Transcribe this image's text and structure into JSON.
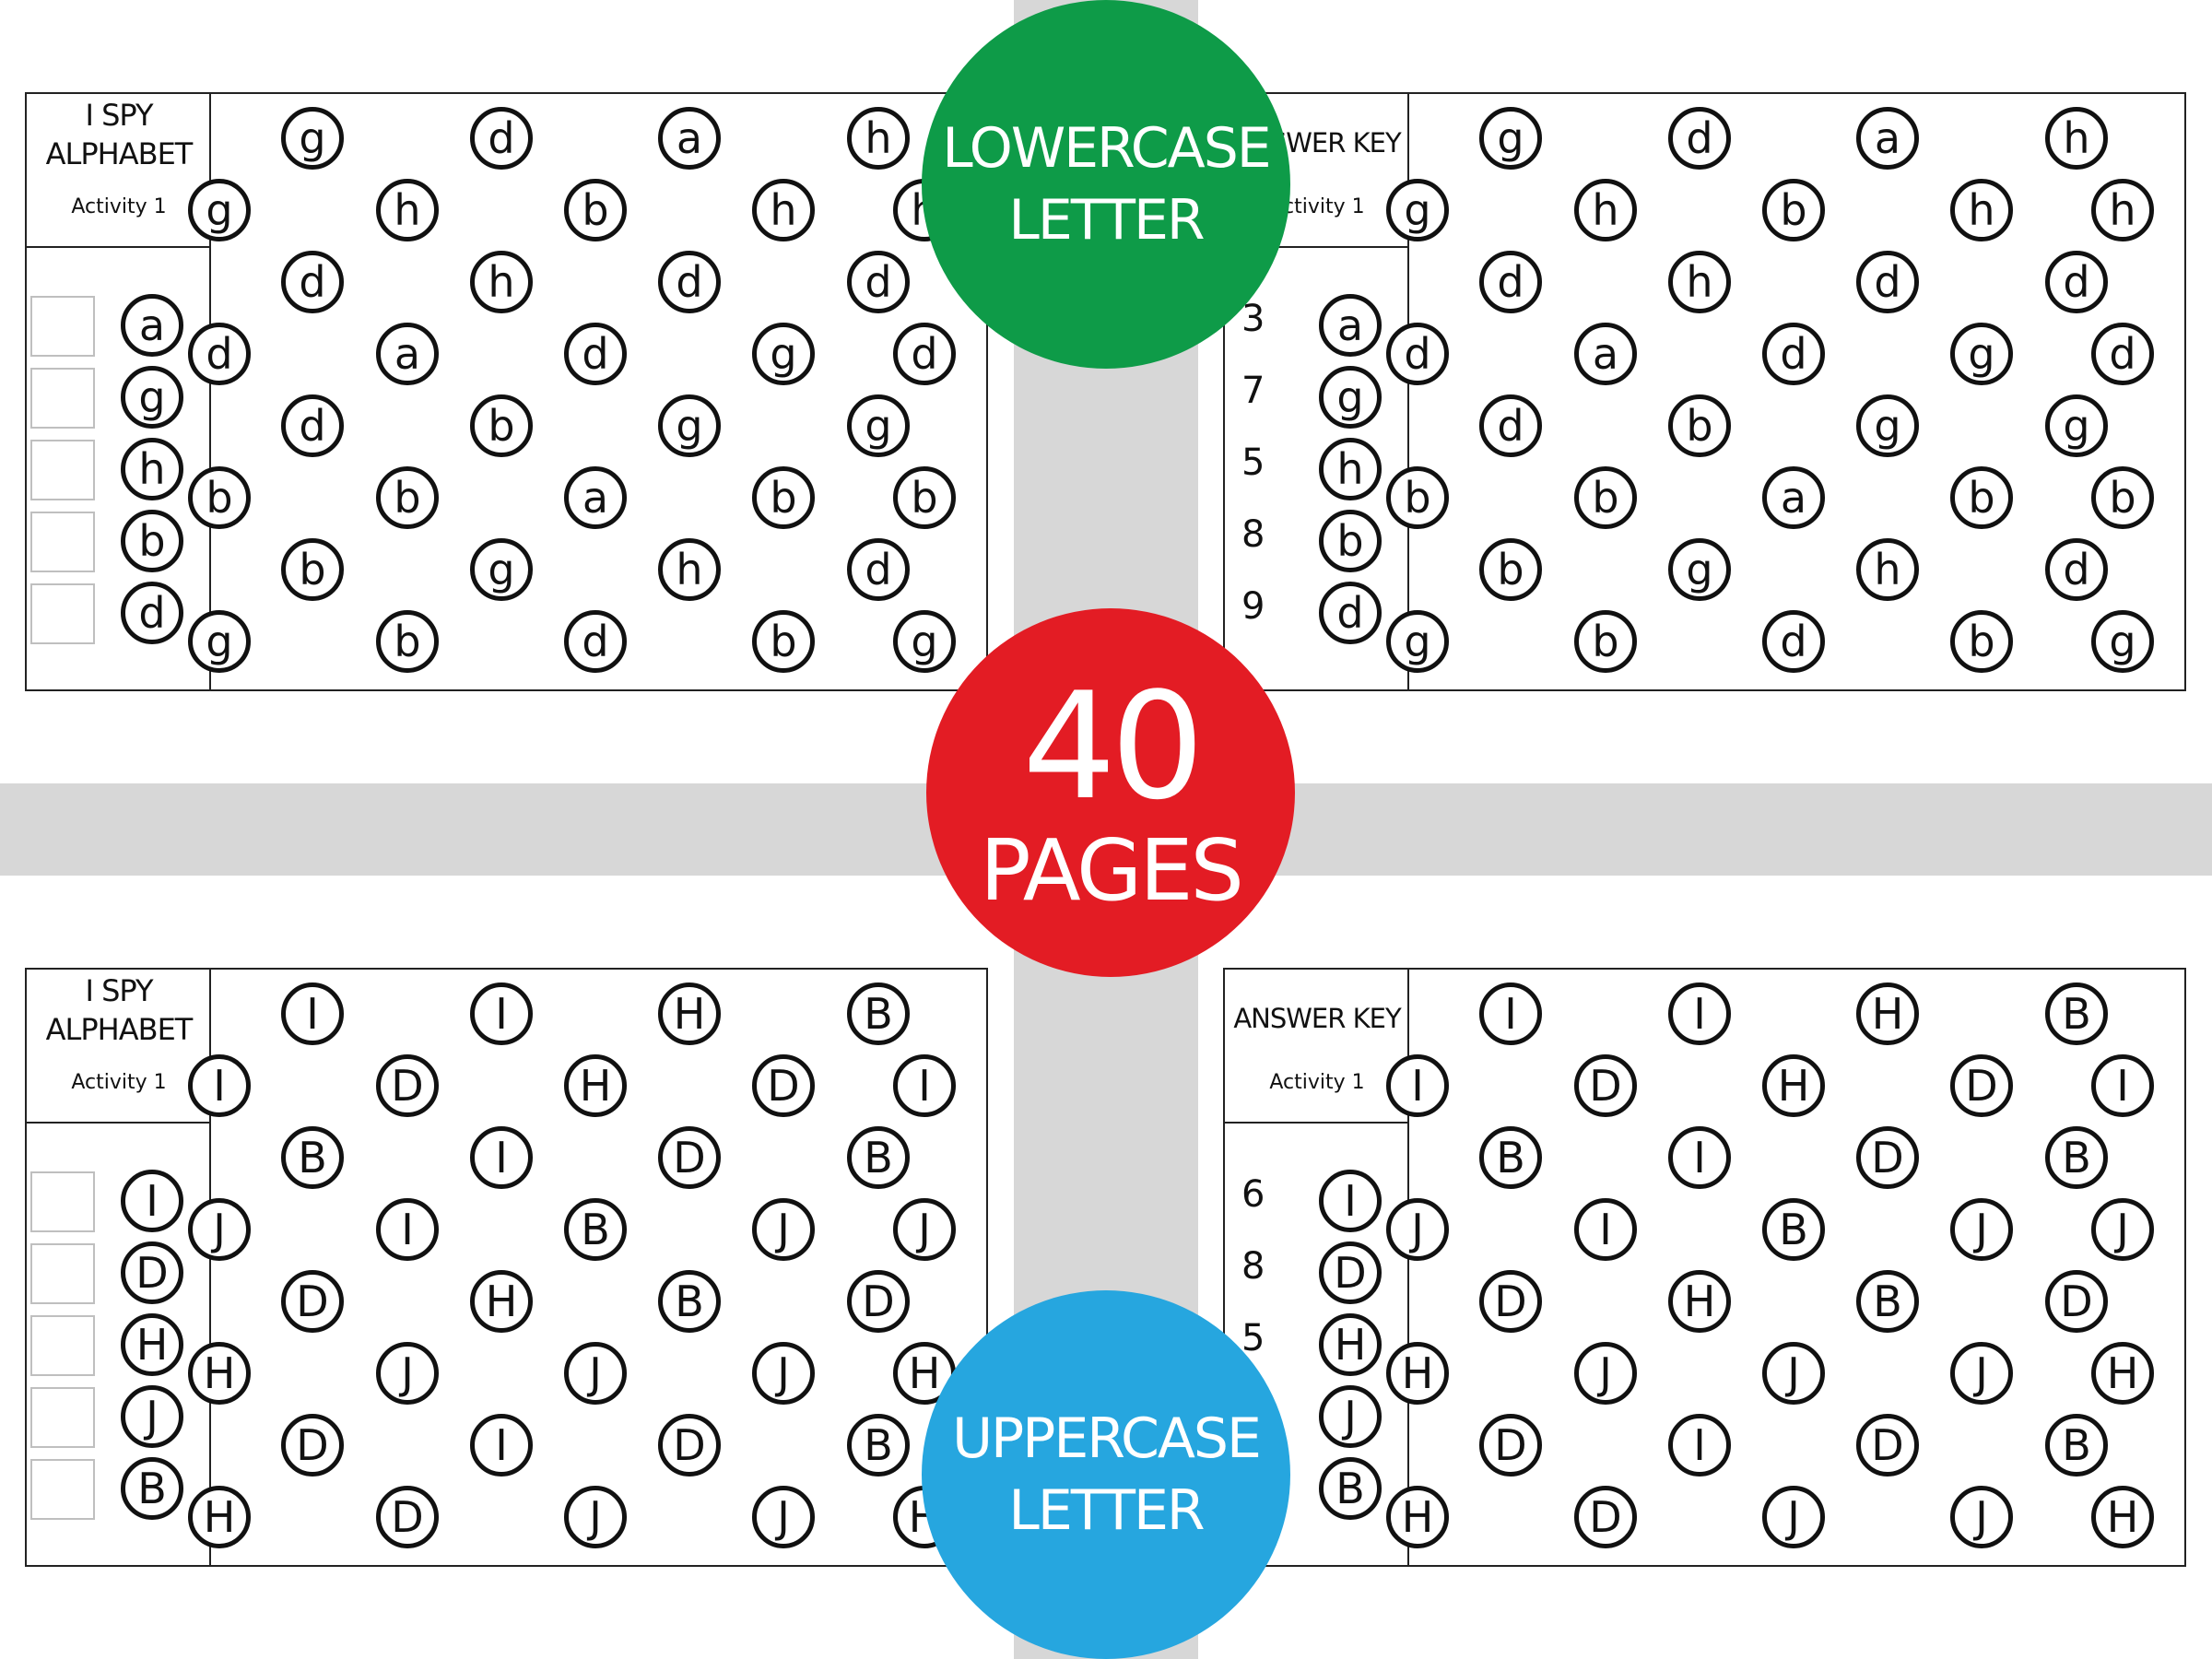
{
  "sheets": {
    "lowercase_worksheet": {
      "title1": "I SPY",
      "title2": "ALPHABET",
      "activity": "Activity 1",
      "key_letters": [
        "a",
        "g",
        "h",
        "b",
        "d"
      ],
      "rows": [
        [
          "g",
          "d",
          "a",
          "h"
        ],
        [
          "g",
          "h",
          "b",
          "h",
          "h"
        ],
        [
          "d",
          "h",
          "d",
          "d"
        ],
        [
          "d",
          "a",
          "d",
          "g",
          "d"
        ],
        [
          "d",
          "b",
          "g",
          "g"
        ],
        [
          "b",
          "b",
          "a",
          "b",
          "b"
        ],
        [
          "b",
          "g",
          "h",
          "d"
        ],
        [
          "g",
          "b",
          "d",
          "b",
          "g"
        ]
      ]
    },
    "lowercase_answer_key": {
      "title": "ANSWER KEY",
      "activity": "Activity 1",
      "key_letters": [
        "a",
        "g",
        "h",
        "b",
        "d"
      ],
      "answers": [
        "3",
        "7",
        "5",
        "8",
        "9"
      ],
      "rows": [
        [
          "g",
          "d",
          "a",
          "h"
        ],
        [
          "g",
          "h",
          "b",
          "h",
          "h"
        ],
        [
          "d",
          "h",
          "d",
          "d"
        ],
        [
          "d",
          "a",
          "d",
          "g",
          "d"
        ],
        [
          "d",
          "b",
          "g",
          "g"
        ],
        [
          "b",
          "b",
          "a",
          "b",
          "b"
        ],
        [
          "b",
          "g",
          "h",
          "d"
        ],
        [
          "g",
          "b",
          "d",
          "b",
          "g"
        ]
      ]
    },
    "uppercase_worksheet": {
      "title1": "I SPY",
      "title2": "ALPHABET",
      "activity": "Activity 1",
      "key_letters": [
        "I",
        "D",
        "H",
        "J",
        "B"
      ],
      "rows": [
        [
          "I",
          "I",
          "H",
          "B"
        ],
        [
          "I",
          "D",
          "H",
          "D",
          "I"
        ],
        [
          "B",
          "I",
          "D",
          "B"
        ],
        [
          "J",
          "I",
          "B",
          "J",
          "J"
        ],
        [
          "D",
          "H",
          "B",
          "D"
        ],
        [
          "H",
          "J",
          "J",
          "J",
          "H"
        ],
        [
          "D",
          "I",
          "D",
          "B"
        ],
        [
          "H",
          "D",
          "J",
          "J",
          "H"
        ]
      ]
    },
    "uppercase_answer_key": {
      "title": "ANSWER KEY",
      "activity": "Activity 1",
      "key_letters": [
        "I",
        "D",
        "H",
        "J",
        "B"
      ],
      "answers": [
        "6",
        "8",
        "5",
        "",
        ""
      ],
      "rows": [
        [
          "I",
          "I",
          "H",
          "B"
        ],
        [
          "I",
          "D",
          "H",
          "D",
          "I"
        ],
        [
          "B",
          "I",
          "D",
          "B"
        ],
        [
          "J",
          "I",
          "B",
          "J",
          "J"
        ],
        [
          "D",
          "H",
          "B",
          "D"
        ],
        [
          "H",
          "J",
          "J",
          "J",
          "H"
        ],
        [
          "D",
          "I",
          "D",
          "B"
        ],
        [
          "H",
          "D",
          "J",
          "J",
          "H"
        ]
      ]
    }
  },
  "badges": {
    "green_line1": "LOWERCASE",
    "green_line2": "LETTER",
    "red_number": "40",
    "red_word": "PAGES",
    "blue_line1": "UPPERCASE",
    "blue_line2": "LETTER"
  },
  "colors": {
    "green": "#0e9b48",
    "red": "#e31c24",
    "blue": "#26a6df",
    "band": "#d7d7d7"
  }
}
